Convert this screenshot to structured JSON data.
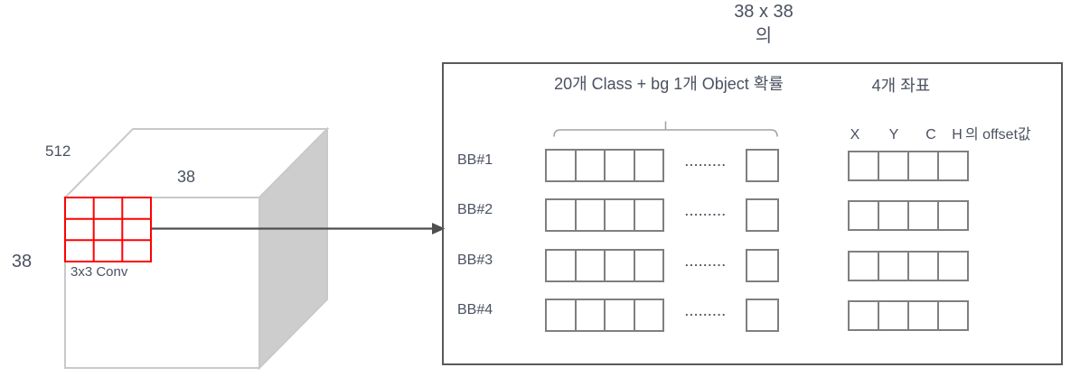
{
  "title": {
    "dims": "38 x 38",
    "suffix": "의"
  },
  "cube": {
    "depth_label": "512",
    "top_label": "38",
    "side_label": "38",
    "conv_label": "3x3 Conv",
    "grid_rows": 3,
    "grid_cols": 3
  },
  "panel": {
    "class_header": "20개 Class + bg 1개 Object 확률",
    "coord_header": "4개 좌표",
    "coord_columns": [
      "X",
      "Y",
      "C",
      "H"
    ],
    "coord_suffix": "의 offset값",
    "dots": ".........",
    "rows": [
      {
        "label": "BB#1"
      },
      {
        "label": "BB#2"
      },
      {
        "label": "BB#3"
      },
      {
        "label": "BB#4"
      }
    ],
    "class_cells_per_row": 4,
    "bg_cells_per_row": 1,
    "coord_cells_per_row": 4
  },
  "colors": {
    "ink": "#4a5160",
    "panel_border": "#595959",
    "cell_border": "#7f7f7f",
    "cube_edge": "#c9c9c9",
    "cube_side_fill": "#cdcdcd",
    "conv_window": "#ff0000",
    "arrow": "#4f4f4f",
    "brace": "#a3a3a3"
  }
}
